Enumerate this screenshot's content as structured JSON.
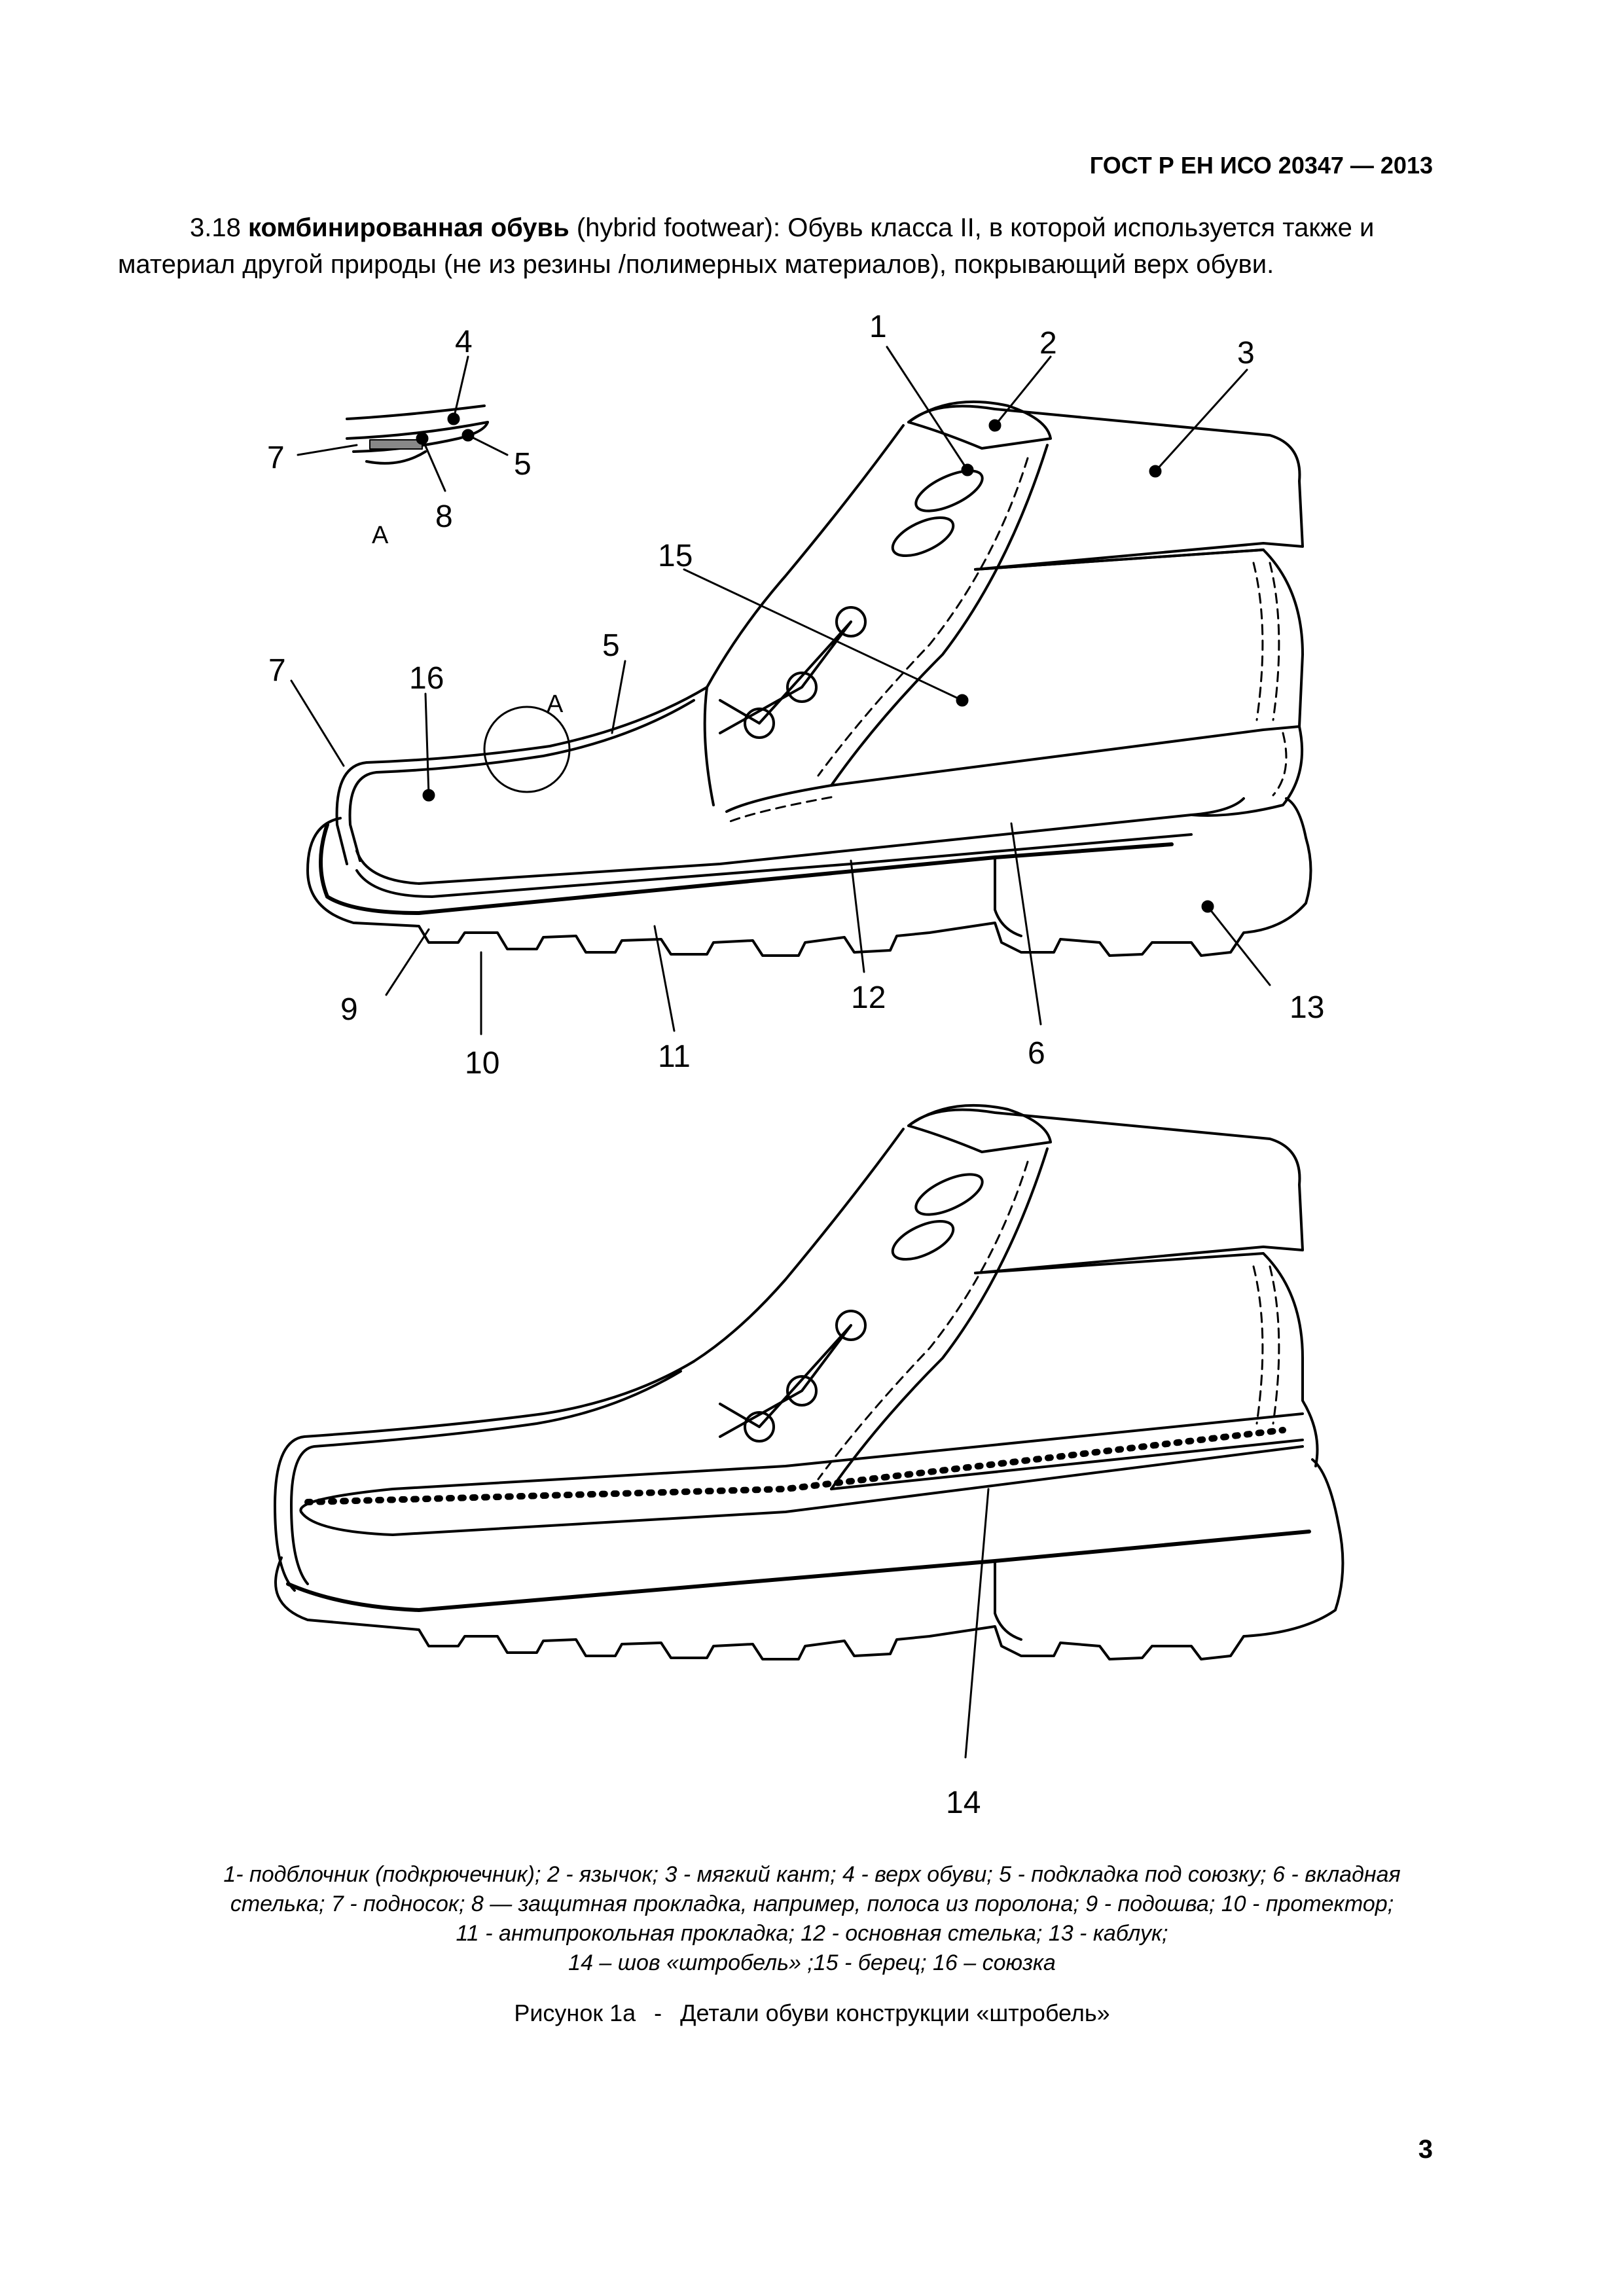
{
  "header": {
    "doc_id": "ГОСТ Р ЕН ИСО 20347 — 2013"
  },
  "definition": {
    "number": "3.18",
    "term": "комбинированная обувь",
    "term_en": "(hybrid footwear)",
    "text": ": Обувь класса II, в которой используется также и материал другой природы (не из резины /полимерных материалов), покрывающий верх обуви."
  },
  "figure": {
    "callouts_top": [
      "1",
      "2",
      "3",
      "4",
      "5",
      "7",
      "8",
      "15",
      "5",
      "7",
      "16",
      "9",
      "10",
      "11",
      "12",
      "6",
      "13"
    ],
    "detail_mark": "A",
    "detail_mark_inset": "A",
    "callout_bottom": "14"
  },
  "legend": {
    "line1": "1- подблочник (подкрючечник); 2 - язычок; 3 - мягкий кант; 4 - верх обуви; 5 - подкладка под союзку; 6 - вкладная",
    "line2": "стелька; 7 - подносок; 8 — защитная прокладка, например, полоса из поролона; 9 - подошва; 10 - протектор;",
    "line3": "11 - антипрокольная прокладка; 12 - основная стелька; 13 - каблук;",
    "line4": "14 – шов «штробель» ;15 - берец; 16 – союзка"
  },
  "caption": {
    "label": "Рисунок 1а",
    "separator": "-",
    "title": "Детали обуви конструкции «штробель»"
  },
  "page_number": "3"
}
